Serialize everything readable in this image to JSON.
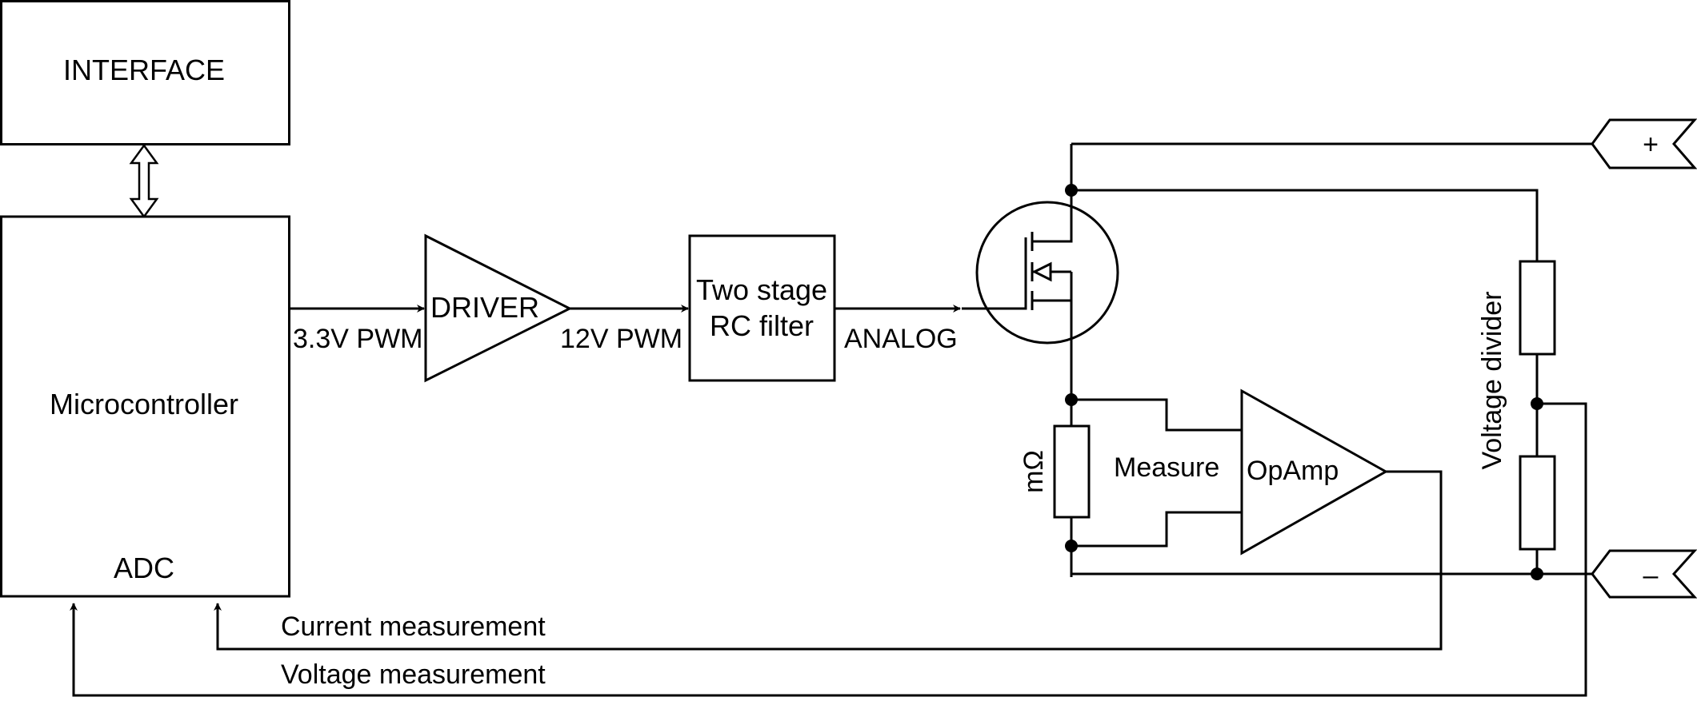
{
  "blocks": {
    "interface": "INTERFACE",
    "microcontroller": "Microcontroller",
    "adc": "ADC",
    "driver": "DRIVER",
    "rc_filter_line1": "Two stage",
    "rc_filter_line2": "RC filter",
    "opamp": "OpAmp"
  },
  "signals": {
    "pwm_33": "3.3V PWM",
    "pwm_12": "12V PWM",
    "analog": "ANALOG",
    "measure": "Measure",
    "shunt": "mΩ",
    "voltage_divider": "Voltage divider",
    "current_measurement": "Current measurement",
    "voltage_measurement": "Voltage measurement"
  },
  "terminals": {
    "positive": "+",
    "negative": "–"
  }
}
